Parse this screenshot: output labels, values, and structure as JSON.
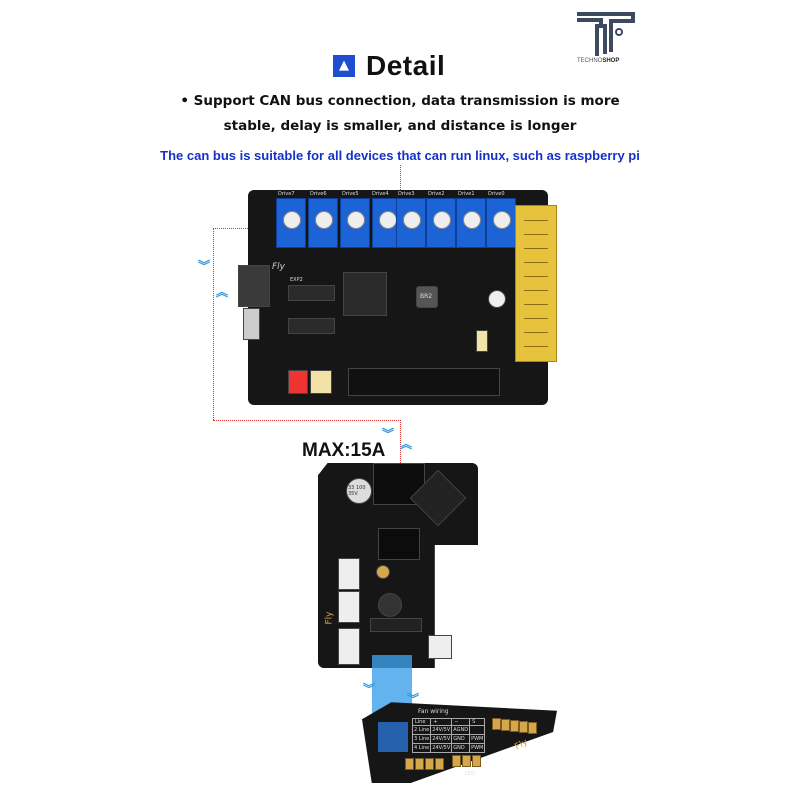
{
  "header": {
    "title": "Detail",
    "brand_badge_icon": "mellow-logo-icon",
    "shop_logo": {
      "text_a": "TECHNO",
      "text_b": "SHOP"
    }
  },
  "features": {
    "line1": "• Support CAN bus connection, data transmission is more",
    "line2": "stable, delay is smaller, and distance is longer",
    "note": "The can bus is suitable for all devices that can run linux, such as raspberry pi"
  },
  "mainboard": {
    "label": "Fly",
    "drivers": [
      "Drive7",
      "Drive6",
      "Drive5",
      "Drive4",
      "Drive3",
      "Drive2",
      "Drive1",
      "Drive0"
    ],
    "chip_label": "BR2",
    "exp_label": "EXP2"
  },
  "toolhead": {
    "max_current": "MAX:15A",
    "label": "Fly",
    "cap_label": "33 100 35V"
  },
  "fanboard": {
    "title": "Fan wiring",
    "headers": [
      "Line",
      "+",
      "−",
      "S"
    ],
    "rows": [
      [
        "2 Line",
        "24V/5V",
        "AGND",
        ""
      ],
      [
        "3 Line",
        "24V/5V",
        "GND",
        "PWM"
      ],
      [
        "4 Line",
        "24V/5V",
        "GND",
        "PWM"
      ]
    ],
    "label": "Fly",
    "led_label": "LED"
  },
  "colors": {
    "accent_blue": "#1531c9",
    "driver_blue": "#1c63d6",
    "terminal_yellow": "#e7c23c",
    "dotted_red": "#dd3333"
  }
}
